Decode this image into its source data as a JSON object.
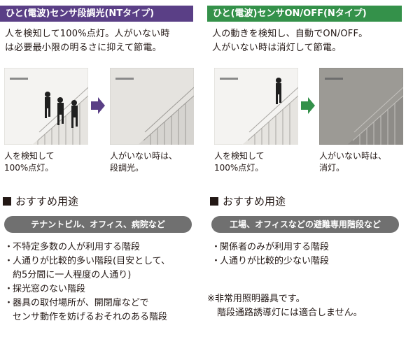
{
  "left": {
    "title": "ひと(電波)センサ段調光(NTタイプ)",
    "desc": [
      "人を検知して100%点灯。人がいない時",
      "は必要最小限の明るさに抑えて節電。"
    ],
    "caption_on": [
      "人を検知して",
      "100%点灯。"
    ],
    "caption_off": [
      "人がいない時は、",
      "段調光。"
    ],
    "section_title": "おすすめ用途",
    "pill": "テナントビル、オフィス、病院など",
    "uses": [
      {
        "text": "不特定多数の人が利用する階段"
      },
      {
        "text": "人通りが比較的多い階段(目安として、",
        "cont": "約5分間に一人程度の人通り)"
      },
      {
        "text": "採光窓のない階段"
      },
      {
        "text": "器具の取付場所が、開閉扉などで",
        "cont": "センサ動作を妨げるおそれのある階段"
      }
    ],
    "bullet": "・",
    "arrow_color": "#5a3f86"
  },
  "right": {
    "title": "ひと(電波)センサON/OFF(Nタイプ)",
    "desc": [
      "人の動きを検知し、自動でON/OFF。",
      "人がいない時は消灯して節電。"
    ],
    "caption_on": [
      "人を検知して",
      "100%点灯。"
    ],
    "caption_off": [
      "人がいない時は、",
      "消灯。"
    ],
    "section_title": "おすすめ用途",
    "pill": "工場、オフィスなどの避難専用階段など",
    "uses": [
      {
        "text": "関係者のみが利用する階段"
      },
      {
        "text": "人通りが比較的少ない階段"
      }
    ],
    "bullet": "・",
    "note": [
      "※非常用照明器具です。",
      "階段通路誘導灯には適合しません。"
    ],
    "arrow_color": "#34914a"
  }
}
